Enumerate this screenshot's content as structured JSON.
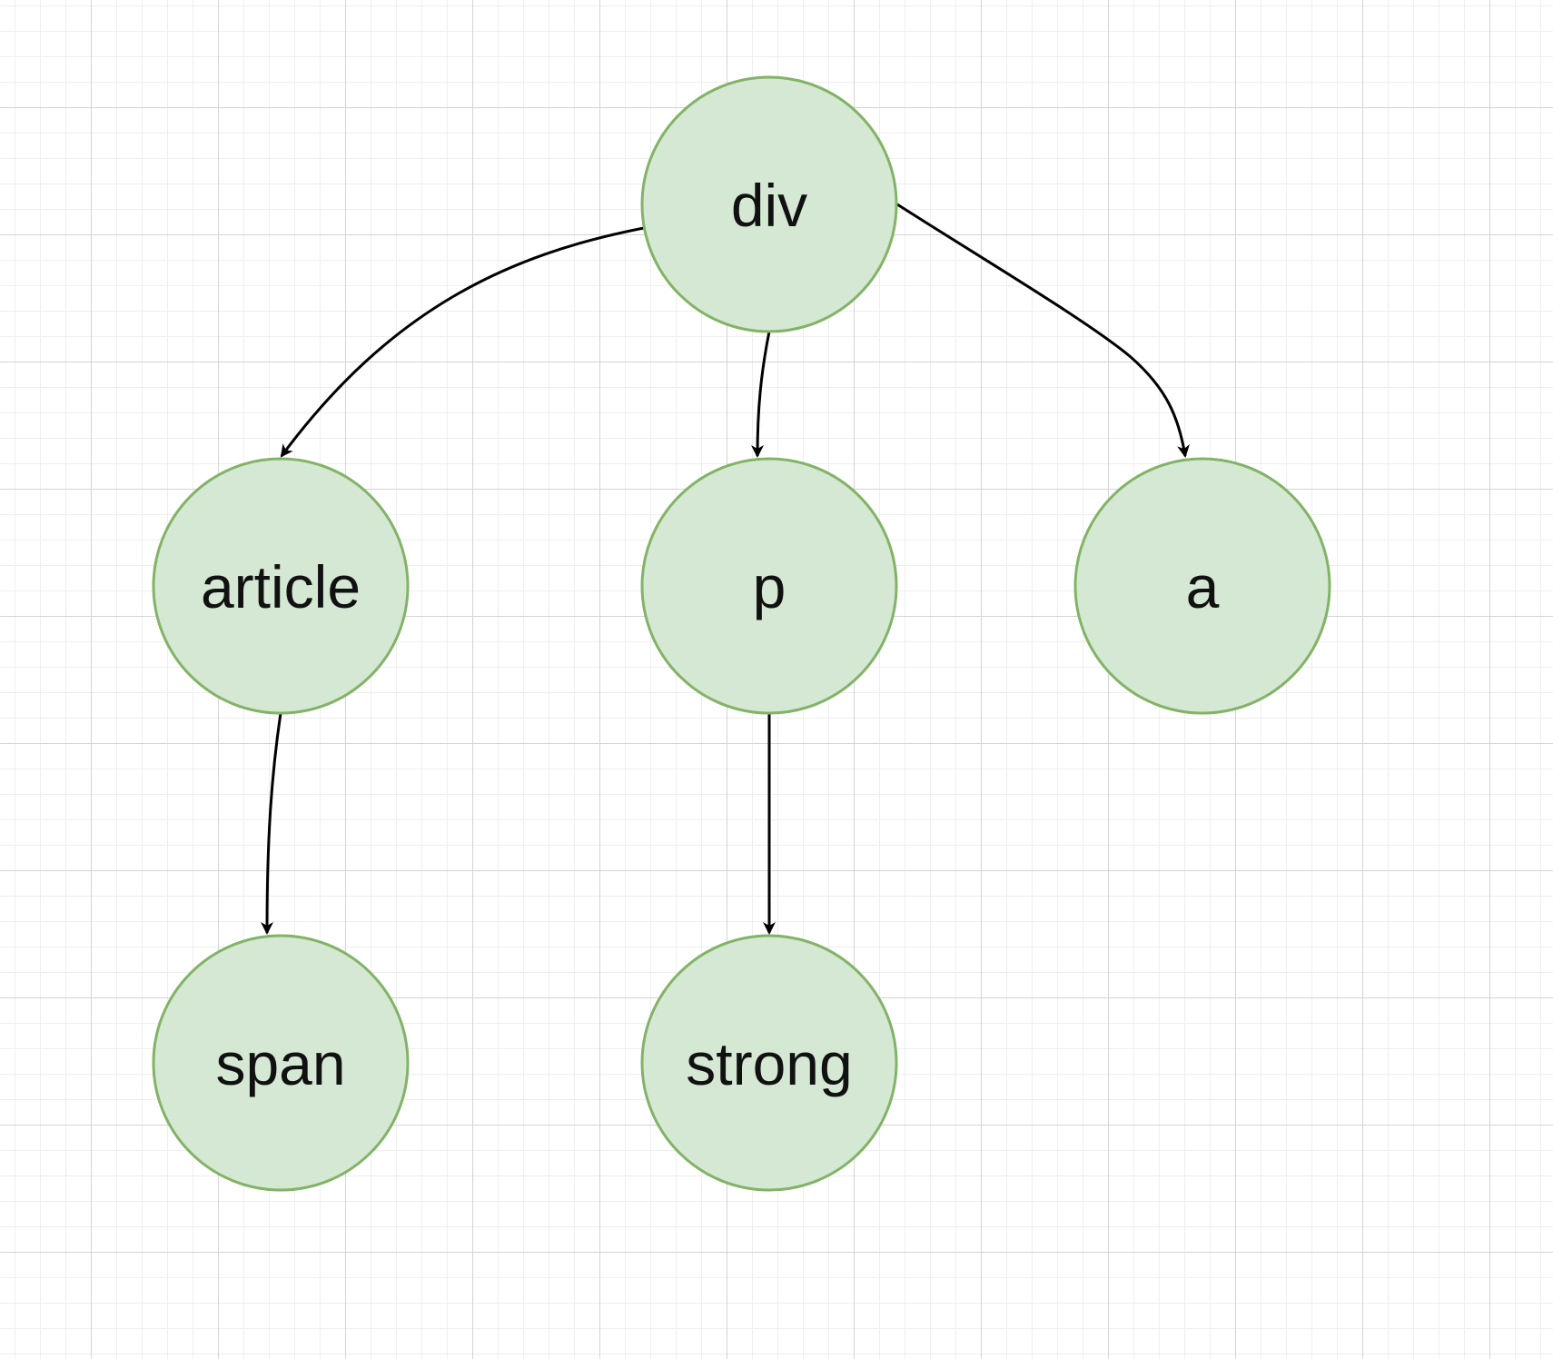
{
  "diagram": {
    "type": "tree",
    "colors": {
      "node_fill": "#d5e8d4",
      "node_stroke": "#82b366",
      "edge": "#000000",
      "grid_major": "#d4d4d4",
      "grid_minor": "#eeeeee"
    },
    "nodes": [
      {
        "id": "div",
        "label": "div"
      },
      {
        "id": "article",
        "label": "article"
      },
      {
        "id": "p",
        "label": "p"
      },
      {
        "id": "a",
        "label": "a"
      },
      {
        "id": "span",
        "label": "span"
      },
      {
        "id": "strong",
        "label": "strong"
      }
    ],
    "edges": [
      {
        "from": "div",
        "to": "article"
      },
      {
        "from": "div",
        "to": "p"
      },
      {
        "from": "div",
        "to": "a"
      },
      {
        "from": "article",
        "to": "span"
      },
      {
        "from": "p",
        "to": "strong"
      }
    ]
  }
}
